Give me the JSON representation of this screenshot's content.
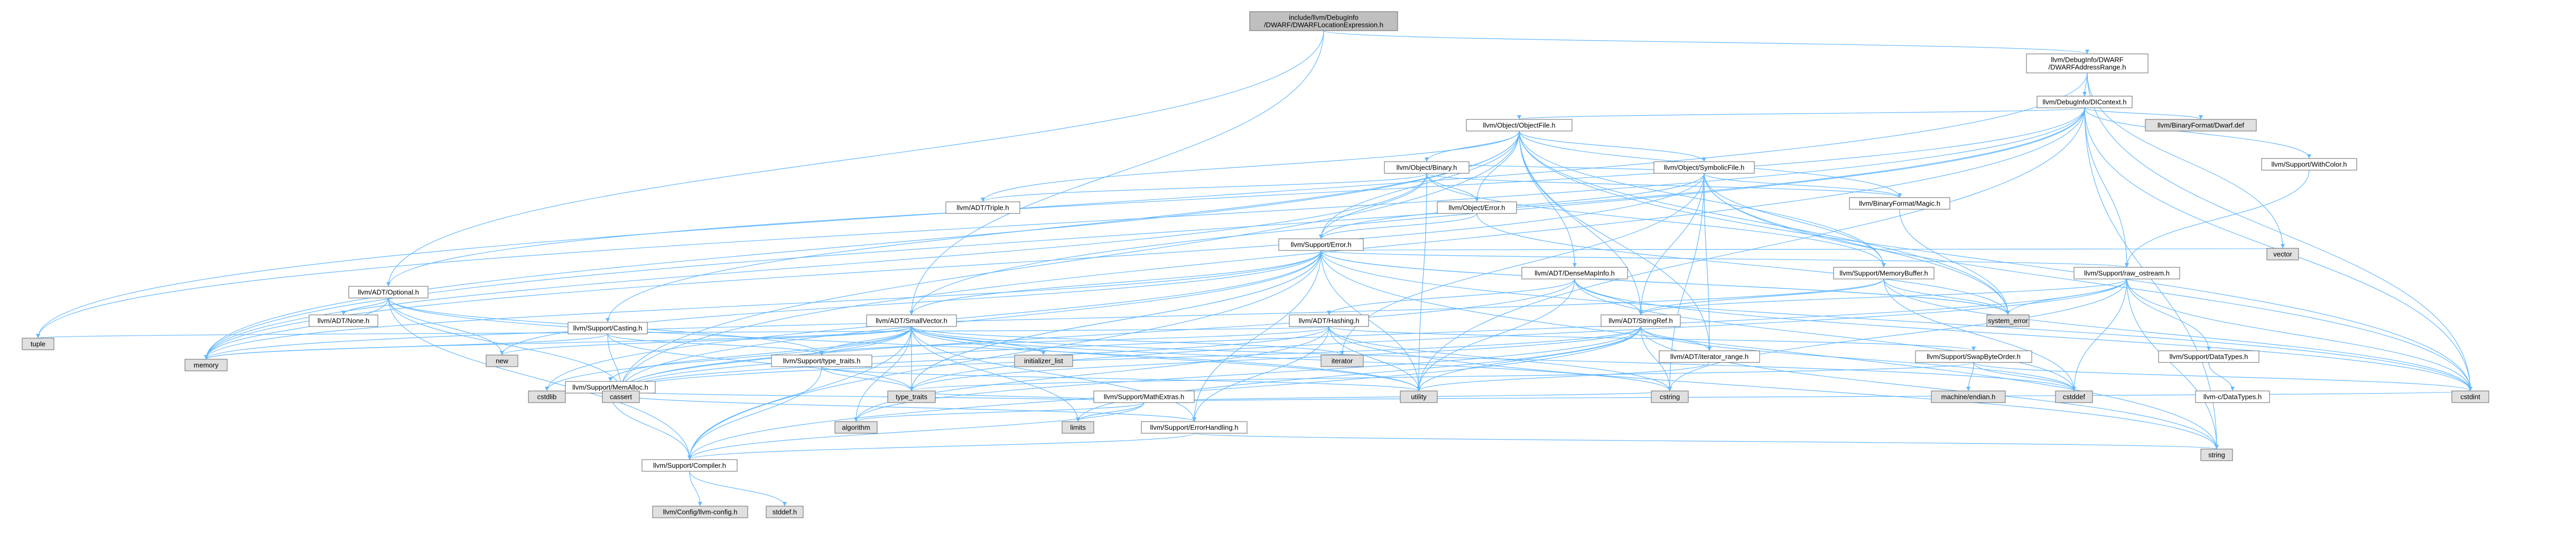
{
  "colors": {
    "edge": "#63b8ff",
    "node_fill_root": "#bfbfbf",
    "node_fill_documented": "#ffffff",
    "node_fill_system": "#e0e0e0",
    "node_border": "#666666",
    "text_red": "#ff0000",
    "text_black": "#000000"
  },
  "graph": {
    "nodes": [
      {
        "id": "root",
        "label": "include/llvm/DebugInfo\n/DWARF/DWARFLocationExpression.h",
        "kind": "root"
      },
      {
        "id": "addrrange",
        "label": "llvm/DebugInfo/DWARF\n/DWARFAddressRange.h",
        "kind": "doc"
      },
      {
        "id": "dictx",
        "label": "llvm/DebugInfo/DIContext.h",
        "kind": "doc"
      },
      {
        "id": "objfile",
        "label": "llvm/Object/ObjectFile.h",
        "kind": "doc"
      },
      {
        "id": "dwarfdef",
        "label": "llvm/BinaryFormat/Dwarf.def",
        "kind": "sys"
      },
      {
        "id": "withcolor",
        "label": "llvm/Support/WithColor.h",
        "kind": "doc"
      },
      {
        "id": "symbolic",
        "label": "llvm/Object/SymbolicFile.h",
        "kind": "red"
      },
      {
        "id": "binary",
        "label": "llvm/Object/Binary.h",
        "kind": "red"
      },
      {
        "id": "magic",
        "label": "llvm/BinaryFormat/Magic.h",
        "kind": "doc"
      },
      {
        "id": "triple",
        "label": "llvm/ADT/Triple.h",
        "kind": "red"
      },
      {
        "id": "objerror",
        "label": "llvm/Object/Error.h",
        "kind": "doc"
      },
      {
        "id": "superror",
        "label": "llvm/Support/Error.h",
        "kind": "red"
      },
      {
        "id": "rawostream",
        "label": "llvm/Support/raw_ostream.h",
        "kind": "red"
      },
      {
        "id": "vector",
        "label": "vector",
        "kind": "sys"
      },
      {
        "id": "optional",
        "label": "llvm/ADT/Optional.h",
        "kind": "doc"
      },
      {
        "id": "none",
        "label": "llvm/ADT/None.h",
        "kind": "doc"
      },
      {
        "id": "smallvector",
        "label": "llvm/ADT/SmallVector.h",
        "kind": "doc"
      },
      {
        "id": "casting",
        "label": "llvm/Support/Casting.h",
        "kind": "doc"
      },
      {
        "id": "densemapinfo",
        "label": "llvm/ADT/DenseMapInfo.h",
        "kind": "red"
      },
      {
        "id": "hashing",
        "label": "llvm/ADT/Hashing.h",
        "kind": "doc"
      },
      {
        "id": "stringref",
        "label": "llvm/ADT/StringRef.h",
        "kind": "red"
      },
      {
        "id": "membuffer",
        "label": "llvm/Support/MemoryBuffer.h",
        "kind": "red"
      },
      {
        "id": "systemerror",
        "label": "system_error",
        "kind": "sys"
      },
      {
        "id": "iterrange",
        "label": "llvm/ADT/iterator_range.h",
        "kind": "doc"
      },
      {
        "id": "swapbyte",
        "label": "llvm/Support/SwapByteOrder.h",
        "kind": "doc"
      },
      {
        "id": "datatypes",
        "label": "llvm/Support/DataTypes.h",
        "kind": "doc"
      },
      {
        "id": "cdatatypes",
        "label": "llvm-c/DataTypes.h",
        "kind": "red"
      },
      {
        "id": "machendian",
        "label": "machine/endian.h",
        "kind": "sys"
      },
      {
        "id": "memalloc",
        "label": "llvm/Support/MemAlloc.h",
        "kind": "doc"
      },
      {
        "id": "typetraits",
        "label": "llvm/Support/type_traits.h",
        "kind": "doc"
      },
      {
        "id": "mathextras",
        "label": "llvm/Support/MathExtras.h",
        "kind": "red"
      },
      {
        "id": "errhandling",
        "label": "llvm/Support/ErrorHandling.h",
        "kind": "doc"
      },
      {
        "id": "compiler",
        "label": "llvm/Support/Compiler.h",
        "kind": "doc"
      },
      {
        "id": "llvmconfig",
        "label": "llvm/Config/llvm-config.h",
        "kind": "sys"
      },
      {
        "id": "stddef",
        "label": "stddef.h",
        "kind": "sys"
      },
      {
        "id": "tuple",
        "label": "tuple",
        "kind": "sys"
      },
      {
        "id": "memory",
        "label": "memory",
        "kind": "sys"
      },
      {
        "id": "new",
        "label": "new",
        "kind": "sys"
      },
      {
        "id": "cstdlib",
        "label": "cstdlib",
        "kind": "sys"
      },
      {
        "id": "cassert",
        "label": "cassert",
        "kind": "sys"
      },
      {
        "id": "algorithm",
        "label": "algorithm",
        "kind": "sys"
      },
      {
        "id": "initlist",
        "label": "initializer_list",
        "kind": "sys"
      },
      {
        "id": "iterator",
        "label": "iterator",
        "kind": "sys"
      },
      {
        "id": "typetraitsstd",
        "label": "type_traits",
        "kind": "sys"
      },
      {
        "id": "limits",
        "label": "limits",
        "kind": "sys"
      },
      {
        "id": "utility",
        "label": "utility",
        "kind": "sys"
      },
      {
        "id": "cstring",
        "label": "cstring",
        "kind": "sys"
      },
      {
        "id": "cstddef",
        "label": "cstddef",
        "kind": "sys"
      },
      {
        "id": "cstdint",
        "label": "cstdint",
        "kind": "sys"
      },
      {
        "id": "string",
        "label": "string",
        "kind": "sys"
      }
    ],
    "edges": [
      [
        "root",
        "addrrange"
      ],
      [
        "root",
        "optional"
      ],
      [
        "root",
        "smallvector"
      ],
      [
        "addrrange",
        "dictx"
      ],
      [
        "addrrange",
        "cstdint"
      ],
      [
        "addrrange",
        "tuple"
      ],
      [
        "addrrange",
        "vector"
      ],
      [
        "dictx",
        "objfile"
      ],
      [
        "dictx",
        "dwarfdef"
      ],
      [
        "dictx",
        "withcolor"
      ],
      [
        "dictx",
        "rawostream"
      ],
      [
        "dictx",
        "optional"
      ],
      [
        "dictx",
        "smallvector"
      ],
      [
        "dictx",
        "cassert"
      ],
      [
        "dictx",
        "cstdint"
      ],
      [
        "dictx",
        "memory"
      ],
      [
        "dictx",
        "string"
      ],
      [
        "dictx",
        "tuple"
      ],
      [
        "dictx",
        "utility"
      ],
      [
        "objfile",
        "symbolic"
      ],
      [
        "objfile",
        "binary"
      ],
      [
        "objfile",
        "magic"
      ],
      [
        "objfile",
        "triple"
      ],
      [
        "objfile",
        "objerror"
      ],
      [
        "objfile",
        "superror"
      ],
      [
        "objfile",
        "densemapinfo"
      ],
      [
        "objfile",
        "stringref"
      ],
      [
        "objfile",
        "iterrange"
      ],
      [
        "objfile",
        "membuffer"
      ],
      [
        "objfile",
        "casting"
      ],
      [
        "objfile",
        "cassert"
      ],
      [
        "objfile",
        "cstdint"
      ],
      [
        "objfile",
        "memory"
      ],
      [
        "objfile",
        "systemerror"
      ],
      [
        "withcolor",
        "rawostream"
      ],
      [
        "symbolic",
        "magic"
      ],
      [
        "symbolic",
        "binary"
      ],
      [
        "symbolic",
        "iterrange"
      ],
      [
        "symbolic",
        "stringref"
      ],
      [
        "symbolic",
        "superror"
      ],
      [
        "symbolic",
        "membuffer"
      ],
      [
        "symbolic",
        "cstdint"
      ],
      [
        "symbolic",
        "cstring"
      ],
      [
        "symbolic",
        "iterator"
      ],
      [
        "symbolic",
        "memory"
      ],
      [
        "symbolic",
        "systemerror"
      ],
      [
        "binary",
        "triple"
      ],
      [
        "binary",
        "magic"
      ],
      [
        "binary",
        "objerror"
      ],
      [
        "binary",
        "superror"
      ],
      [
        "binary",
        "membuffer"
      ],
      [
        "binary",
        "memory"
      ],
      [
        "binary",
        "utility"
      ],
      [
        "magic",
        "systemerror"
      ],
      [
        "objerror",
        "superror"
      ],
      [
        "objerror",
        "systemerror"
      ],
      [
        "superror",
        "smallvector"
      ],
      [
        "superror",
        "rawostream"
      ],
      [
        "superror",
        "compiler"
      ],
      [
        "superror",
        "errhandling"
      ],
      [
        "superror",
        "cassert"
      ],
      [
        "superror",
        "cstdint"
      ],
      [
        "superror",
        "cstdlib"
      ],
      [
        "superror",
        "memory"
      ],
      [
        "superror",
        "new"
      ],
      [
        "superror",
        "string"
      ],
      [
        "superror",
        "system_error"
      ],
      [
        "superror",
        "type_traits"
      ],
      [
        "superror",
        "utility"
      ],
      [
        "superror",
        "vector"
      ],
      [
        "superror",
        "typetraitsstd"
      ],
      [
        "superror",
        "systemerror"
      ],
      [
        "rawostream",
        "stringref"
      ],
      [
        "rawostream",
        "datatypes"
      ],
      [
        "rawostream",
        "cassert"
      ],
      [
        "rawostream",
        "cstddef"
      ],
      [
        "rawostream",
        "cstdint"
      ],
      [
        "rawostream",
        "cstring"
      ],
      [
        "rawostream",
        "string"
      ],
      [
        "rawostream",
        "systemerror"
      ],
      [
        "rawostream",
        "typetraitsstd"
      ],
      [
        "optional",
        "none"
      ],
      [
        "optional",
        "compiler"
      ],
      [
        "optional",
        "typetraits"
      ],
      [
        "optional",
        "cassert"
      ],
      [
        "optional",
        "memory"
      ],
      [
        "optional",
        "new"
      ],
      [
        "optional",
        "utility"
      ],
      [
        "smallvector",
        "memalloc"
      ],
      [
        "smallvector",
        "typetraits"
      ],
      [
        "smallvector",
        "compiler"
      ],
      [
        "smallvector",
        "algorithm"
      ],
      [
        "smallvector",
        "cassert"
      ],
      [
        "smallvector",
        "cstddef"
      ],
      [
        "smallvector",
        "cstdlib"
      ],
      [
        "smallvector",
        "cstring"
      ],
      [
        "smallvector",
        "initlist"
      ],
      [
        "smallvector",
        "iterator"
      ],
      [
        "smallvector",
        "limits"
      ],
      [
        "smallvector",
        "memory"
      ],
      [
        "smallvector",
        "new"
      ],
      [
        "smallvector",
        "typetraitsstd"
      ],
      [
        "smallvector",
        "utility"
      ],
      [
        "smallvector",
        "errhandling"
      ],
      [
        "casting",
        "typetraits"
      ],
      [
        "casting",
        "cassert"
      ],
      [
        "casting",
        "memory"
      ],
      [
        "casting",
        "typetraitsstd"
      ],
      [
        "densemapinfo",
        "hashing"
      ],
      [
        "densemapinfo",
        "stringref"
      ],
      [
        "densemapinfo",
        "cassert"
      ],
      [
        "densemapinfo",
        "cstddef"
      ],
      [
        "densemapinfo",
        "cstdint"
      ],
      [
        "densemapinfo",
        "utility"
      ],
      [
        "hashing",
        "errhandling"
      ],
      [
        "hashing",
        "swapbyte"
      ],
      [
        "hashing",
        "typetraits"
      ],
      [
        "hashing",
        "algorithm"
      ],
      [
        "hashing",
        "cassert"
      ],
      [
        "hashing",
        "cstring"
      ],
      [
        "hashing",
        "string"
      ],
      [
        "hashing",
        "tuple"
      ],
      [
        "hashing",
        "utility"
      ],
      [
        "stringref",
        "iterrange"
      ],
      [
        "stringref",
        "compiler"
      ],
      [
        "stringref",
        "algorithm"
      ],
      [
        "stringref",
        "cassert"
      ],
      [
        "stringref",
        "cstddef"
      ],
      [
        "stringref",
        "cstring"
      ],
      [
        "stringref",
        "limits"
      ],
      [
        "stringref",
        "string"
      ],
      [
        "stringref",
        "typetraitsstd"
      ],
      [
        "stringref",
        "utility"
      ],
      [
        "membuffer",
        "stringref"
      ],
      [
        "membuffer",
        "cstddef"
      ],
      [
        "membuffer",
        "cstdint"
      ],
      [
        "membuffer",
        "memory"
      ],
      [
        "membuffer",
        "systemerror"
      ],
      [
        "iterrange",
        "utility"
      ],
      [
        "swapbyte",
        "cstddef"
      ],
      [
        "swapbyte",
        "cstdint"
      ],
      [
        "swapbyte",
        "typetraitsstd"
      ],
      [
        "swapbyte",
        "machendian"
      ],
      [
        "datatypes",
        "cdatatypes"
      ],
      [
        "memalloc",
        "compiler"
      ],
      [
        "memalloc",
        "errhandling"
      ],
      [
        "memalloc",
        "cstdlib"
      ],
      [
        "typetraits",
        "compiler"
      ],
      [
        "typetraits",
        "typetraitsstd"
      ],
      [
        "typetraits",
        "utility"
      ],
      [
        "mathextras",
        "compiler"
      ],
      [
        "mathextras",
        "algorithm"
      ],
      [
        "mathextras",
        "cassert"
      ],
      [
        "mathextras",
        "climits"
      ],
      [
        "mathextras",
        "cstdint"
      ],
      [
        "mathextras",
        "cstring"
      ],
      [
        "mathextras",
        "limits"
      ],
      [
        "mathextras",
        "typetraitsstd"
      ],
      [
        "errhandling",
        "compiler"
      ],
      [
        "errhandling",
        "string"
      ],
      [
        "compiler",
        "llvmconfig"
      ],
      [
        "compiler",
        "stddef"
      ]
    ]
  }
}
